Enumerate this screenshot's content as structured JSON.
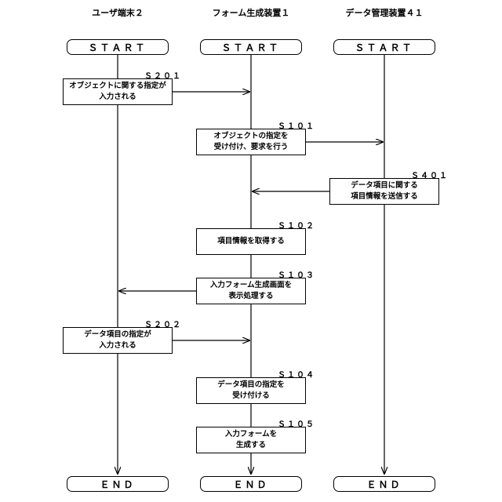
{
  "columns": {
    "user": "ユーザ端末２",
    "form": "フォーム生成装置１",
    "data": "データ管理装置４１"
  },
  "terminals": {
    "start": "ＳＴＡＲＴ",
    "end": "ＥＮＤ"
  },
  "steps": {
    "s201": {
      "id": "Ｓ２０１",
      "line1": "オブジェクトに関する指定が",
      "line2": "入力される"
    },
    "s101": {
      "id": "Ｓ１０１",
      "line1": "オブジェクトの指定を",
      "line2": "受け付け、要求を行う"
    },
    "s401": {
      "id": "Ｓ４０１",
      "line1": "データ項目に関する",
      "line2": "項目情報を送信する"
    },
    "s102": {
      "id": "Ｓ１０２",
      "line1": "項目情報を取得する",
      "line2": ""
    },
    "s103": {
      "id": "Ｓ１０３",
      "line1": "入力フォーム生成画面を",
      "line2": "表示処理する"
    },
    "s202": {
      "id": "Ｓ２０２",
      "line1": "データ項目の指定が",
      "line2": "入力される"
    },
    "s104": {
      "id": "Ｓ１０４",
      "line1": "データ項目の指定を",
      "line2": "受け付ける"
    },
    "s105": {
      "id": "Ｓ１０５",
      "line1": "入力フォームを",
      "line2": "生成する"
    }
  }
}
